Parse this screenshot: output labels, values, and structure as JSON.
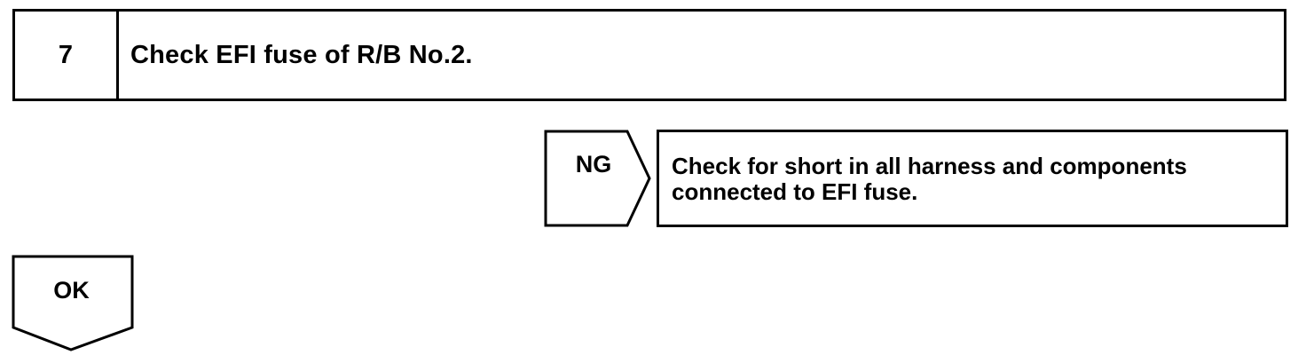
{
  "step": {
    "number": "7",
    "title": "Check EFI fuse of R/B No.2."
  },
  "ng_branch": {
    "label": "NG",
    "result_lines": [
      "Check for short in all harness and components",
      "connected to EFI fuse."
    ]
  },
  "ok_branch": {
    "label": "OK"
  }
}
